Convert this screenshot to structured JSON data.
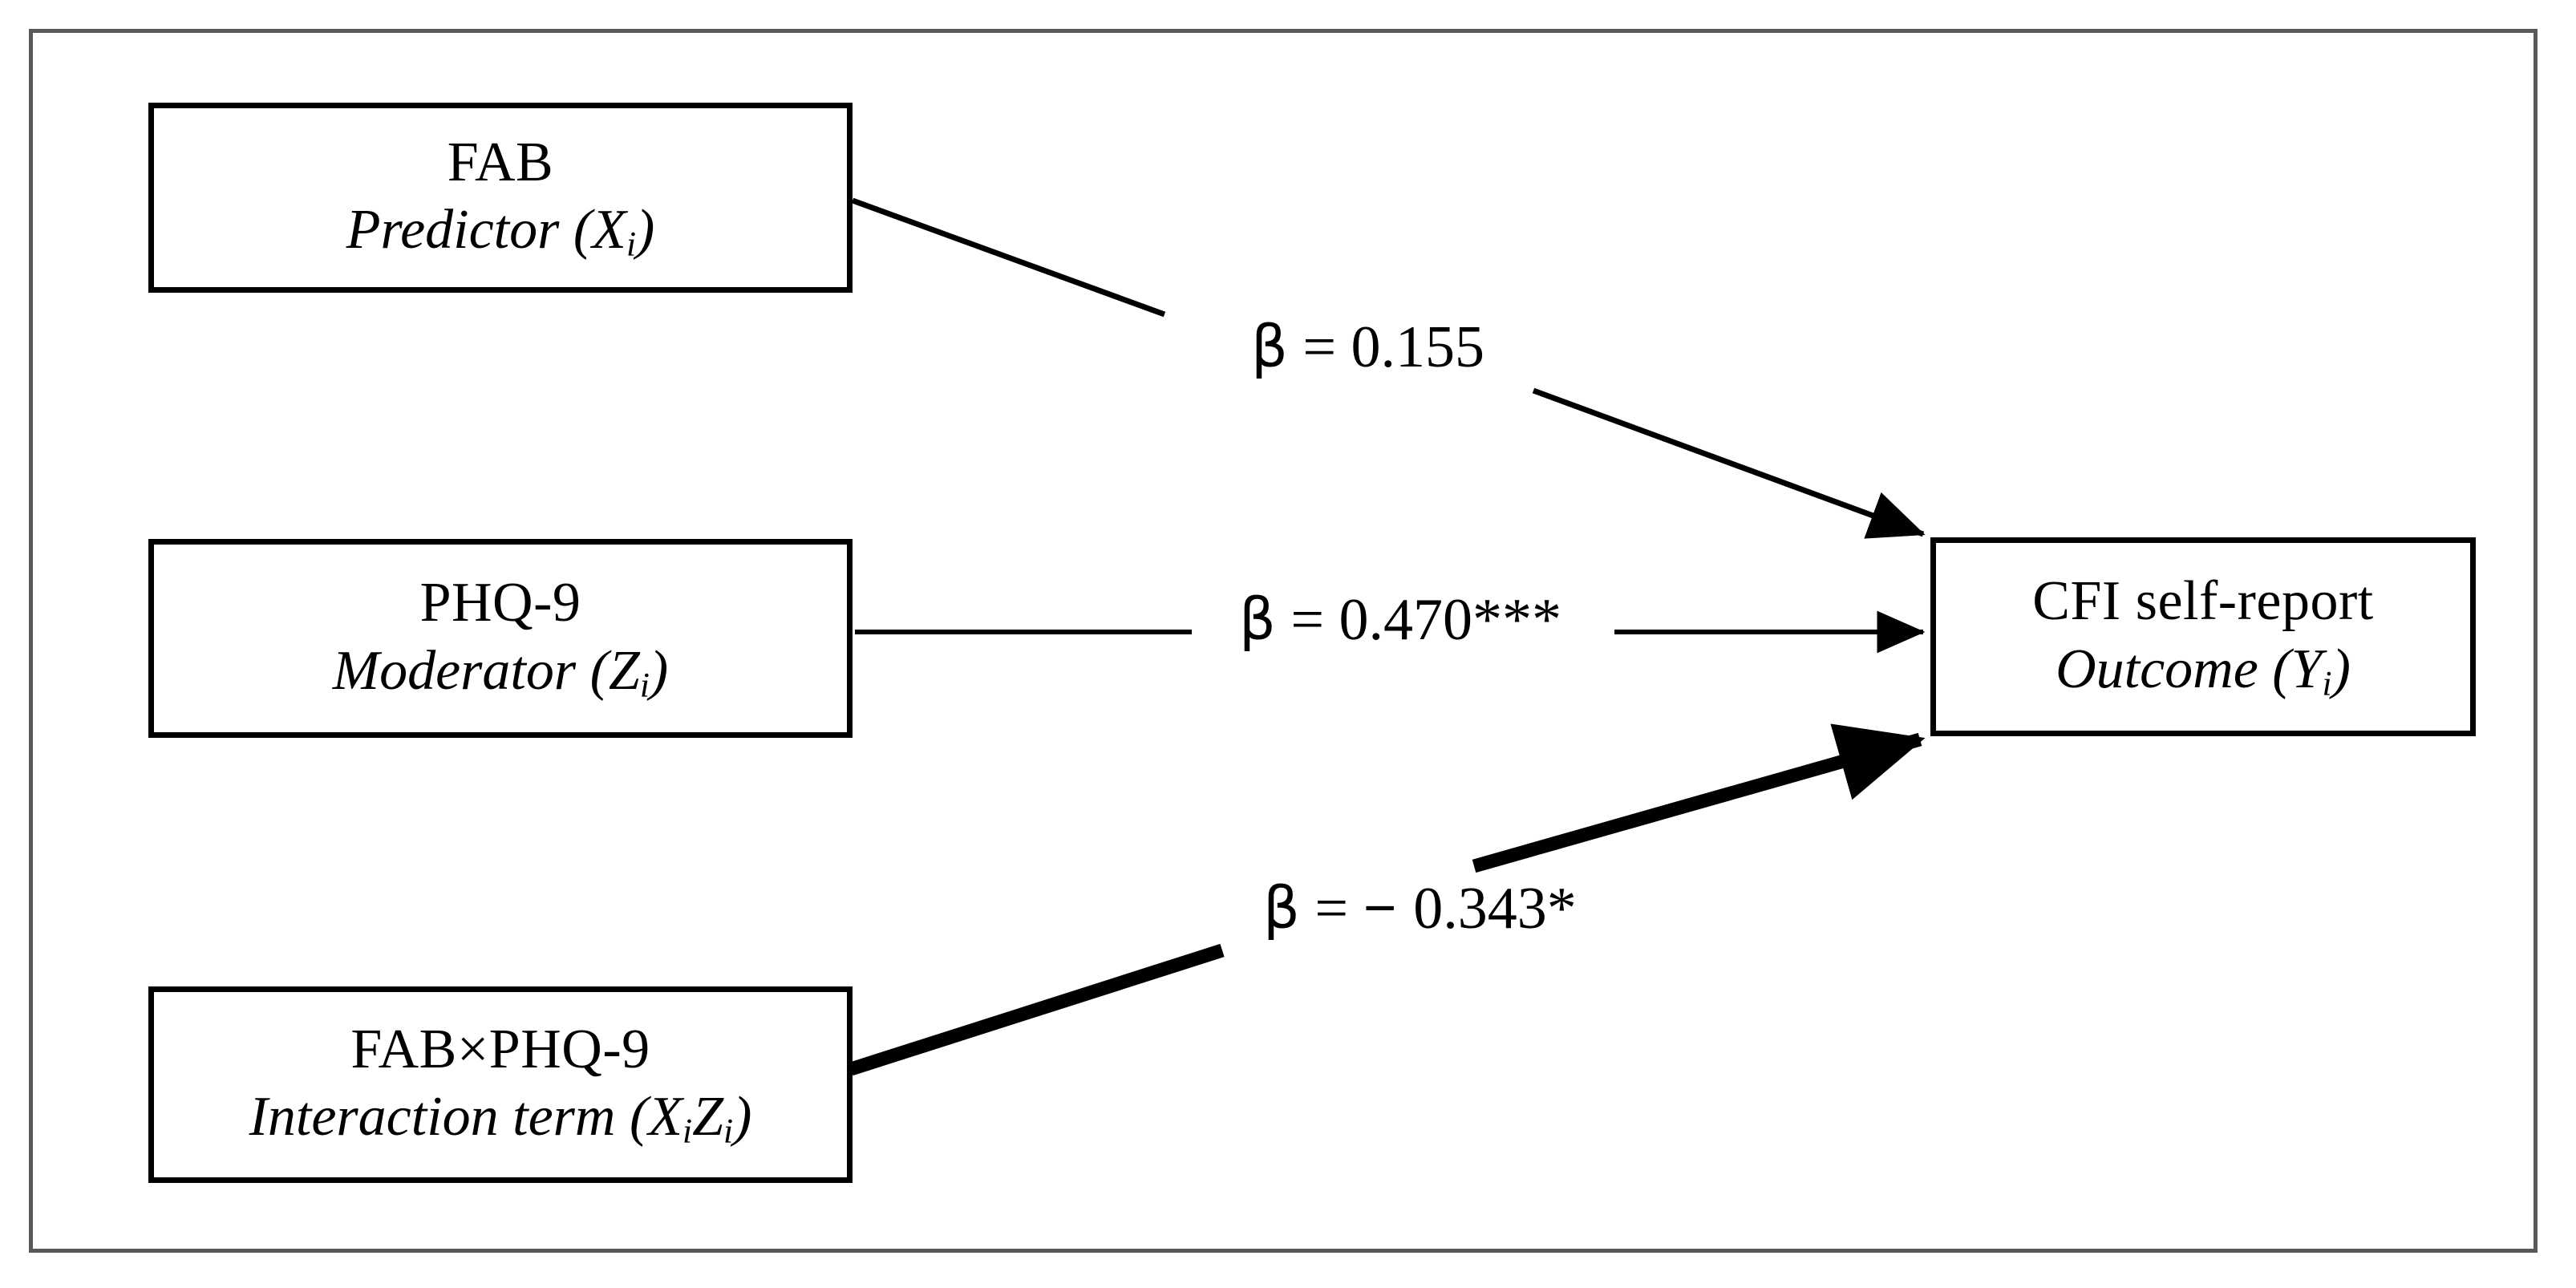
{
  "figure": {
    "type": "moderation-path-diagram",
    "frame_color": "#58585a",
    "line_color": "#000000",
    "background": "#ffffff"
  },
  "nodes": {
    "predictor": {
      "title": "FAB",
      "role_prefix": "Predictor (X",
      "role_sub": "i",
      "role_suffix": ")",
      "role_full": "Predictor (Xi)"
    },
    "moderator": {
      "title": "PHQ-9",
      "role_prefix": "Moderator (Z",
      "role_sub": "i",
      "role_suffix": ")",
      "role_full": "Moderator (Zi)"
    },
    "interaction": {
      "title": "FAB×PHQ-9",
      "role_prefix": "Interaction term (X",
      "role_sub": "i",
      "role_mid": "Z",
      "role_sub2": "i",
      "role_suffix": ")",
      "role_full": "Interaction term (XiZi)"
    },
    "outcome": {
      "title": "CFI self-report",
      "role_prefix": "Outcome (Y",
      "role_sub": "i",
      "role_suffix": ")",
      "role_full": "Outcome (Yi)"
    }
  },
  "paths": [
    {
      "id": "predictor-to-outcome",
      "from": "predictor",
      "to": "outcome",
      "symbol": "β",
      "equals": " = ",
      "sign": "",
      "coefficient": "0.155",
      "significance": "",
      "label_full": "β = 0.155",
      "weight": "thin"
    },
    {
      "id": "moderator-to-outcome",
      "from": "moderator",
      "to": "outcome",
      "symbol": "β",
      "equals": " = ",
      "sign": "",
      "coefficient": "0.470",
      "significance": "***",
      "label_full": "β = 0.470***",
      "weight": "thin"
    },
    {
      "id": "interaction-to-outcome",
      "from": "interaction",
      "to": "outcome",
      "symbol": "β",
      "equals": " = ",
      "sign": "− ",
      "coefficient": "0.343",
      "significance": "*",
      "label_full": "β = − 0.343*",
      "weight": "bold"
    }
  ],
  "chart_data": {
    "type": "diagram",
    "title": "",
    "model": "moderated regression path diagram",
    "predictor": "FAB",
    "moderator": "PHQ-9",
    "interaction_term": "FAB×PHQ-9",
    "outcome": "CFI self-report",
    "coefficients": [
      {
        "path": "FAB → CFI self-report",
        "beta": 0.155,
        "significance": "",
        "emphasis": "normal"
      },
      {
        "path": "PHQ-9 → CFI self-report",
        "beta": 0.47,
        "significance": "***",
        "emphasis": "normal"
      },
      {
        "path": "FAB×PHQ-9 → CFI self-report",
        "beta": -0.343,
        "significance": "*",
        "emphasis": "bold"
      }
    ]
  }
}
